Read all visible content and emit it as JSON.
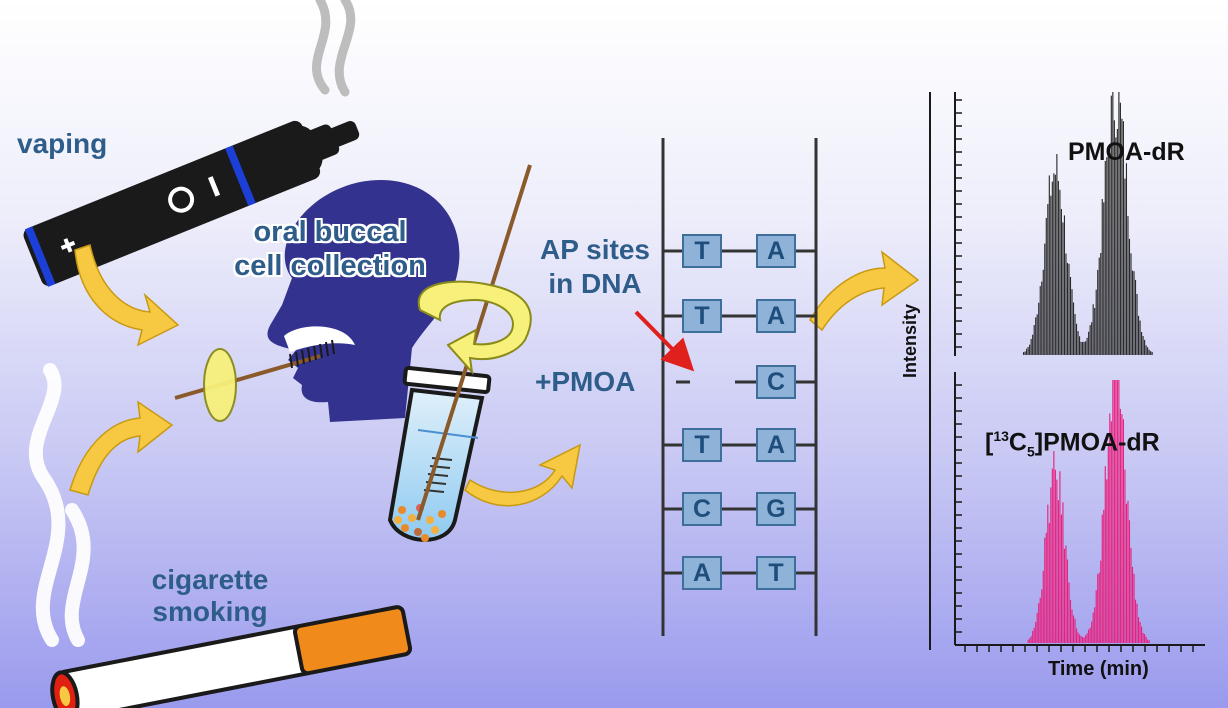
{
  "labels": {
    "vaping": "vaping",
    "oral_line1": "oral buccal",
    "oral_line2": "cell collection",
    "ap_line1": "AP sites",
    "ap_line2": "in DNA",
    "pmoa": "+PMOA",
    "cig_line1": "cigarette",
    "cig_line2": "smoking"
  },
  "dna": {
    "left": [
      "T",
      "T",
      "",
      "T",
      "C",
      "A"
    ],
    "right": [
      "A",
      "A",
      "C",
      "A",
      "G",
      "T"
    ]
  },
  "ecigarette_symbols": {
    "plus": "+",
    "minus": "-"
  },
  "chart_data": [
    {
      "type": "bar",
      "title": "PMOA-dR",
      "ylabel": "Intensity",
      "xlabel": "",
      "series": [
        {
          "name": "PMOA-dR",
          "color": "#2a2a2a"
        }
      ],
      "peaks": [
        {
          "center": 0.4,
          "height": 0.72,
          "width": 0.045
        },
        {
          "center": 0.65,
          "height": 1.0,
          "width": 0.05
        }
      ],
      "ylim": [
        0,
        1
      ]
    },
    {
      "type": "bar",
      "title": "[¹³C₅]PMOA-dR",
      "title_pre": "[",
      "title_sup": "13",
      "title_mid": "C",
      "title_sub": "5",
      "title_post": "]PMOA-dR",
      "ylabel": "",
      "xlabel": "Time (min)",
      "series": [
        {
          "name": "[13C5]PMOA-dR",
          "color": "#e8207e"
        }
      ],
      "peaks": [
        {
          "center": 0.4,
          "height": 0.66,
          "width": 0.04
        },
        {
          "center": 0.65,
          "height": 1.0,
          "width": 0.045
        }
      ],
      "ylim": [
        0,
        1
      ]
    }
  ],
  "colors": {
    "arrow": "#f7c842",
    "head": "#33338f",
    "text": "#2f5d8a",
    "dna_box": "#8fb3d8",
    "red_arrow": "#e0201c"
  }
}
